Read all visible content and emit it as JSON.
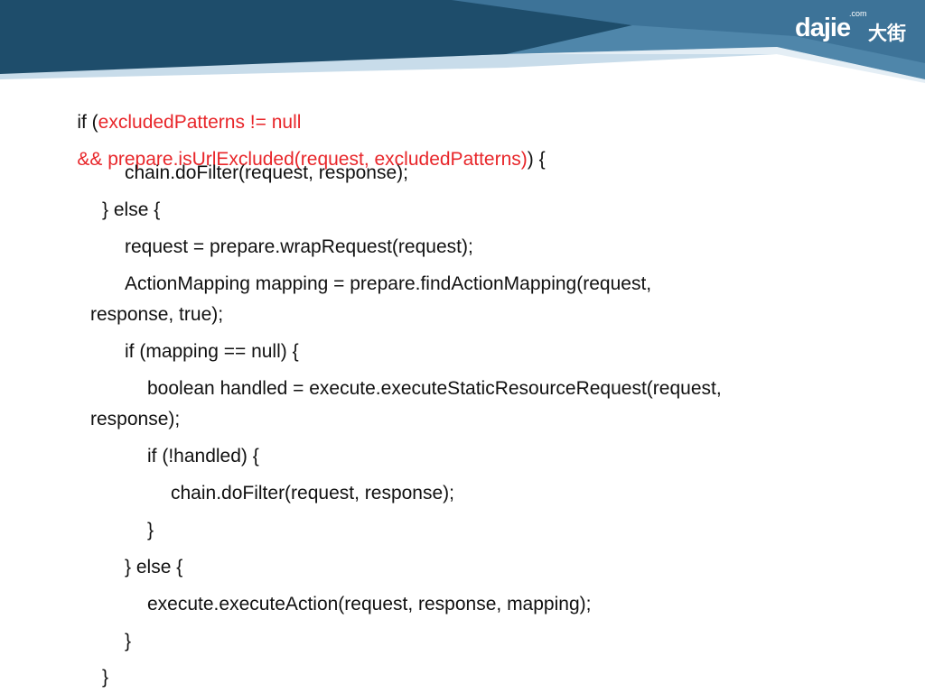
{
  "brand": {
    "logo_text": "dajie",
    "logo_domain": ".com",
    "logo_chinese": "大街",
    "colors": {
      "banner_dark": "#1e4d6b",
      "banner_mid": "#4f86aa",
      "banner_light": "#c8dcea",
      "highlight_red": "#e8262a",
      "text": "#111111"
    }
  },
  "code": {
    "l1_prefix": "if (",
    "l1_red": "excludedPatterns != null",
    "l2_red": "&& prepare.isUrlExcluded(request, excludedPatterns)",
    "l2_suffix": ") {",
    "l3": "chain.doFilter(request, response);",
    "l4": "} else {",
    "l5": "request = prepare.wrapRequest(request);",
    "l6": "ActionMapping mapping = prepare.findActionMapping(request,",
    "l7": "response, true);",
    "l8": "if (mapping == null) {",
    "l9": "boolean handled = execute.executeStaticResourceRequest(request,",
    "l10": "response);",
    "l11": "if (!handled) {",
    "l12": "chain.doFilter(request, response);",
    "l13": "}",
    "l14": "} else {",
    "l15": "execute.executeAction(request, response, mapping);",
    "l16": "}",
    "l17": "}"
  }
}
